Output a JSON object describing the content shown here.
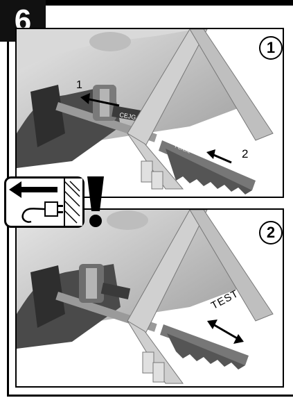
{
  "step": {
    "number": "6"
  },
  "panels": [
    {
      "id": "1",
      "callouts": [
        "1",
        "2"
      ]
    },
    {
      "id": "2",
      "label": "TEST"
    }
  ],
  "icons": {
    "unplug": "unplug-arrow-icon",
    "warning": "exclamation-icon"
  },
  "colors": {
    "ink": "#000000",
    "metal": "#c7c7c7",
    "shadow": "#555555"
  }
}
